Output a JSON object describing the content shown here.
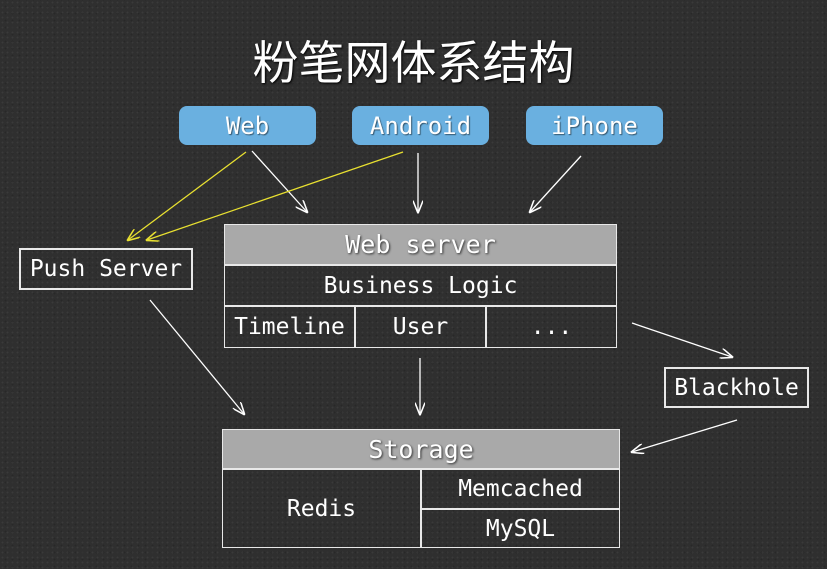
{
  "title": "粉笔网体系结构",
  "clients": [
    "Web",
    "Android",
    "iPhone"
  ],
  "push_server": "Push Server",
  "web_server": {
    "header": "Web server",
    "business": "Business Logic",
    "modules": [
      "Timeline",
      "User",
      "..."
    ]
  },
  "blackhole": "Blackhole",
  "storage": {
    "header": "Storage",
    "redis": "Redis",
    "memcached": "Memcached",
    "mysql": "MySQL"
  },
  "colors": {
    "client": "#6ab0e0",
    "header": "#a9a9a9",
    "yellow_arrow": "#e8e030",
    "white_arrow": "#ffffff"
  }
}
